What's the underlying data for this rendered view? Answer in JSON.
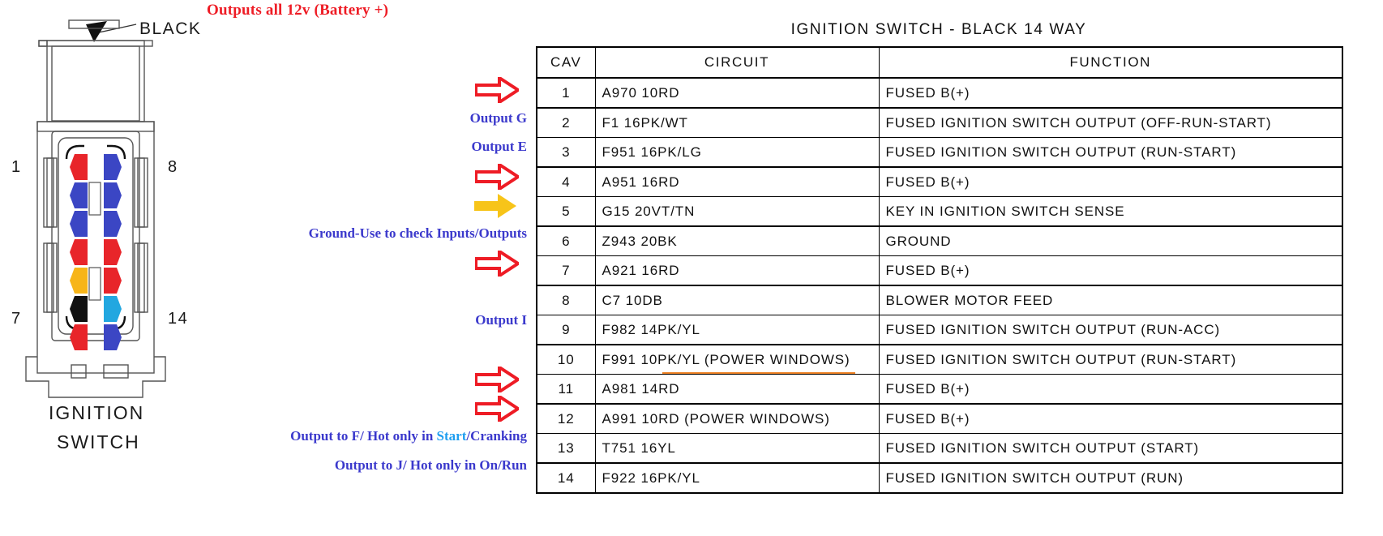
{
  "top_note": "Outputs all 12v (Battery +)",
  "connector": {
    "black_label": "BLACK",
    "pin_top_left": "1",
    "pin_top_right": "8",
    "pin_bottom_left": "7",
    "pin_bottom_right": "14",
    "caption_line1": "IGNITION",
    "caption_line2": "SWITCH",
    "pin_colors_left": [
      "#e8252a",
      "#3b46c4",
      "#3b46c4",
      "#e8252a",
      "#f7b519",
      "#111111",
      "#e8252a"
    ],
    "pin_colors_right": [
      "#3b46c4",
      "#3b46c4",
      "#3b46c4",
      "#e8252a",
      "#e8252a",
      "#22a7e0",
      "#3b46c4"
    ]
  },
  "table": {
    "title": "IGNITION SWITCH - BLACK 14 WAY",
    "headers": [
      "CAV",
      "CIRCUIT",
      "FUNCTION"
    ],
    "rows": [
      {
        "cav": "1",
        "circuit": "A970 10RD",
        "function": "FUSED B(+)"
      },
      {
        "cav": "2",
        "circuit": "F1 16PK/WT",
        "function": "FUSED IGNITION SWITCH OUTPUT (OFF-RUN-START)"
      },
      {
        "cav": "3",
        "circuit": "F951 16PK/LG",
        "function": "FUSED IGNITION SWITCH OUTPUT (RUN-START)"
      },
      {
        "cav": "4",
        "circuit": "A951 16RD",
        "function": "FUSED B(+)"
      },
      {
        "cav": "5",
        "circuit": "G15 20VT/TN",
        "function": "KEY IN IGNITION SWITCH SENSE"
      },
      {
        "cav": "6",
        "circuit": "Z943 20BK",
        "function": "GROUND"
      },
      {
        "cav": "7",
        "circuit": "A921 16RD",
        "function": "FUSED B(+)"
      },
      {
        "cav": "8",
        "circuit": "C7 10DB",
        "function": "BLOWER MOTOR FEED"
      },
      {
        "cav": "9",
        "circuit": "F982 14PK/YL",
        "function": "FUSED IGNITION SWITCH OUTPUT (RUN-ACC)"
      },
      {
        "cav": "10",
        "circuit": "F991 10PK/YL (POWER WINDOWS)",
        "function": "FUSED IGNITION SWITCH OUTPUT (RUN-START)",
        "highlight": "orange-underline"
      },
      {
        "cav": "11",
        "circuit": "A981 14RD",
        "function": "FUSED B(+)"
      },
      {
        "cav": "12",
        "circuit": "A991 10RD (POWER WINDOWS)",
        "function": "FUSED B(+)"
      },
      {
        "cav": "13",
        "circuit": "T751 16YL",
        "function": "FUSED IGNITION SWITCH OUTPUT (START)"
      },
      {
        "cav": "14",
        "circuit": "F922 16PK/YL",
        "function": "FUSED IGNITION SWITCH OUTPUT (RUN)"
      }
    ]
  },
  "annotations": [
    {
      "row": 1,
      "type": "arrow-red",
      "text": ""
    },
    {
      "row": 2,
      "type": "text",
      "text": "Output G"
    },
    {
      "row": 3,
      "type": "text",
      "text": "Output E"
    },
    {
      "row": 4,
      "type": "arrow-red",
      "text": ""
    },
    {
      "row": 5,
      "type": "arrow-yellow",
      "text": ""
    },
    {
      "row": 6,
      "type": "text",
      "text": "Ground-Use to check Inputs/Outputs"
    },
    {
      "row": 7,
      "type": "arrow-red",
      "text": ""
    },
    {
      "row": 9,
      "type": "text",
      "text": "Output I"
    },
    {
      "row": 11,
      "type": "arrow-red",
      "text": ""
    },
    {
      "row": 12,
      "type": "arrow-red",
      "text": ""
    },
    {
      "row": 13,
      "type": "text-rich",
      "pre": "Output to F/ Hot only in ",
      "hl": "Start",
      "post": "/Cranking"
    },
    {
      "row": 14,
      "type": "text",
      "text": "Output to J/ Hot only in On/Run"
    }
  ],
  "colors": {
    "red": "#ee1c25",
    "blue": "#3b39cc",
    "cyan": "#1e9ef0",
    "yellow": "#f7c419",
    "orange": "#ef8326"
  }
}
